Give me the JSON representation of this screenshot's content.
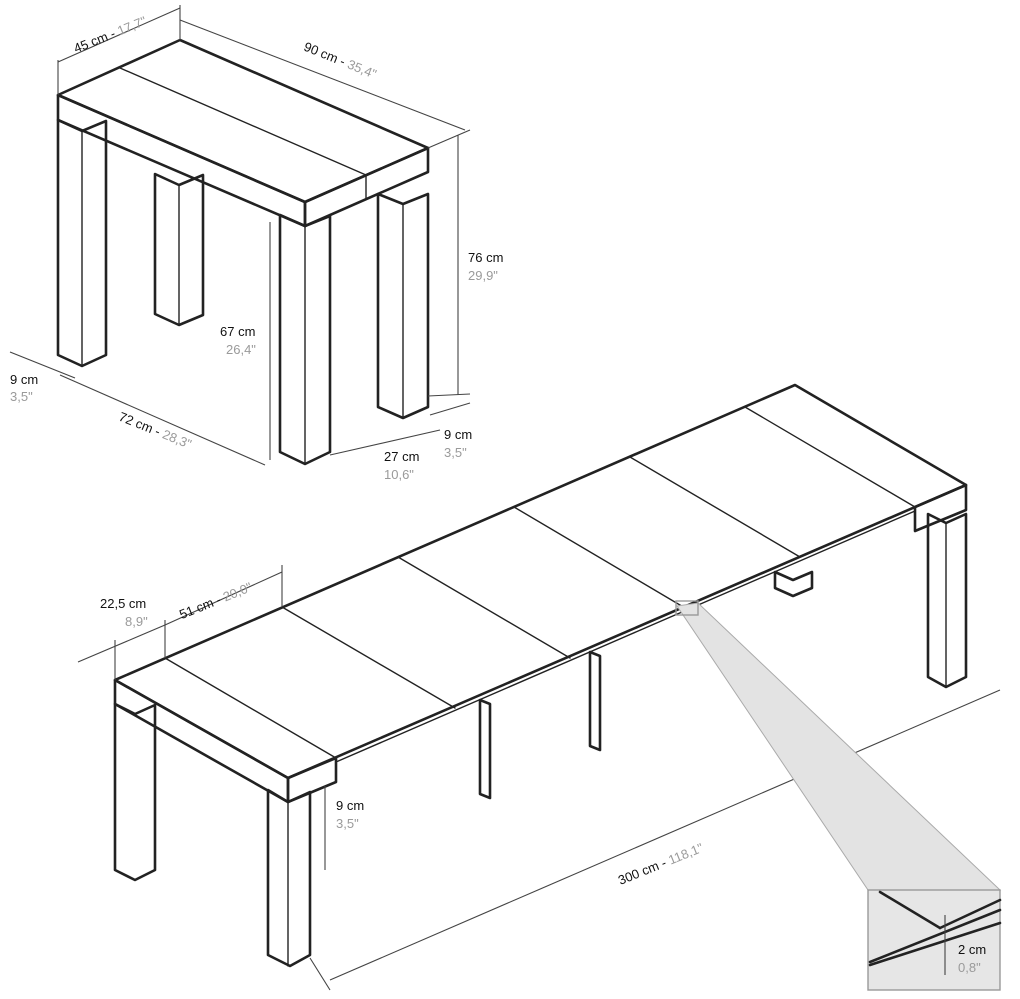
{
  "diagram": {
    "compact_table": {
      "depth": {
        "metric": "45 cm",
        "imperial": "17,7\""
      },
      "width": {
        "metric": "90 cm",
        "imperial": "35,4\""
      },
      "height": {
        "metric": "76 cm",
        "imperial": "29,9\""
      },
      "leg_clearance": {
        "metric": "67 cm",
        "imperial": "26,4\""
      },
      "leg_front": {
        "metric": "9 cm",
        "imperial": "3,5\""
      },
      "inner_span": {
        "metric": "72 cm",
        "imperial": "28,3\""
      },
      "side_span": {
        "metric": "27 cm",
        "imperial": "10,6\""
      },
      "leg_side": {
        "metric": "9 cm",
        "imperial": "3,5\""
      }
    },
    "extended_table": {
      "end_piece": {
        "metric": "22,5 cm",
        "imperial": "8,9\""
      },
      "leaf": {
        "metric": "51 cm",
        "imperial": "20,0\""
      },
      "apron": {
        "metric": "9 cm",
        "imperial": "3,5\""
      },
      "total_length": {
        "metric": "300 cm",
        "imperial": "118,1\""
      }
    },
    "detail": {
      "thickness": {
        "metric": "2 cm",
        "imperial": "0,8\""
      }
    }
  }
}
